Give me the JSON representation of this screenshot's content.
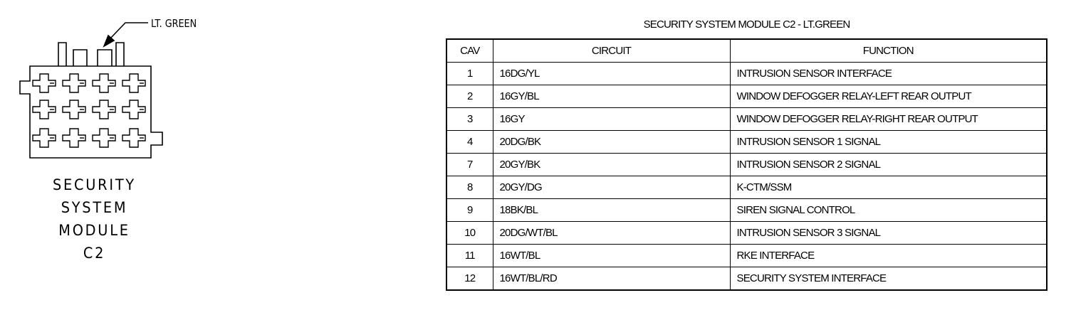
{
  "connector": {
    "callout": "LT. GREEN",
    "label_lines": [
      "SECURITY",
      "SYSTEM",
      "MODULE",
      "C2"
    ]
  },
  "table": {
    "title": "SECURITY SYSTEM MODULE C2 - LT.GREEN",
    "headers": {
      "cav": "CAV",
      "circuit": "CIRCUIT",
      "function": "FUNCTION"
    },
    "rows": [
      {
        "cav": "1",
        "circuit": "16DG/YL",
        "function": "INTRUSION SENSOR INTERFACE"
      },
      {
        "cav": "2",
        "circuit": "16GY/BL",
        "function": "WINDOW DEFOGGER RELAY-LEFT REAR OUTPUT"
      },
      {
        "cav": "3",
        "circuit": "16GY",
        "function": "WINDOW DEFOGGER RELAY-RIGHT REAR OUTPUT"
      },
      {
        "cav": "4",
        "circuit": "20DG/BK",
        "function": "INTRUSION SENSOR 1 SIGNAL"
      },
      {
        "cav": "7",
        "circuit": "20GY/BK",
        "function": "INTRUSION SENSOR 2 SIGNAL"
      },
      {
        "cav": "8",
        "circuit": "20GY/DG",
        "function": "K-CTM/SSM"
      },
      {
        "cav": "9",
        "circuit": "18BK/BL",
        "function": "SIREN SIGNAL CONTROL"
      },
      {
        "cav": "10",
        "circuit": "20DG/WT/BL",
        "function": "INTRUSION SENSOR 3 SIGNAL"
      },
      {
        "cav": "11",
        "circuit": "16WT/BL",
        "function": "RKE INTERFACE"
      },
      {
        "cav": "12",
        "circuit": "16WT/BL/RD",
        "function": "SECURITY SYSTEM INTERFACE"
      }
    ]
  }
}
